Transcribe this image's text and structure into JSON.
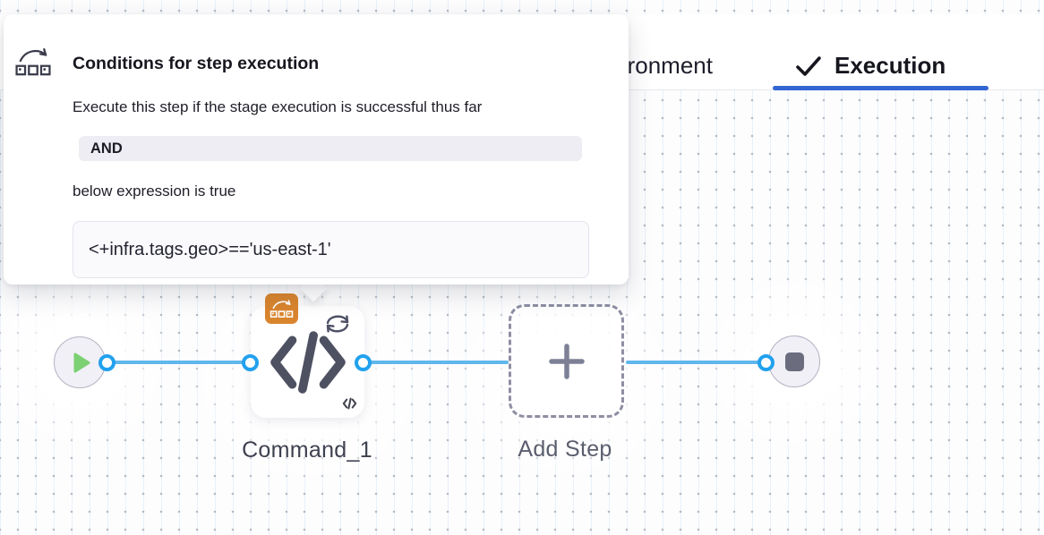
{
  "popover": {
    "title": "Conditions for step execution",
    "description": "Execute this step if the stage execution is successful thus far",
    "operator": "AND",
    "expression_label": "below expression is true",
    "expression": "<+infra.tags.geo>=='us-east-1'",
    "icon": "conditional-execution-icon"
  },
  "tabs": {
    "environment": {
      "label": "Environment"
    },
    "execution": {
      "label": "Execution",
      "icon": "checkmark-icon",
      "active": true
    }
  },
  "pipeline": {
    "start_node": {
      "icon": "play-icon"
    },
    "command_step": {
      "label": "Command_1",
      "icon": "code-icon",
      "badges": [
        "conditional-execution-badge",
        "loop-icon"
      ]
    },
    "add_step": {
      "label": "Add Step",
      "icon": "plus-icon"
    },
    "end_node": {
      "icon": "stop-icon"
    }
  },
  "colors": {
    "active_tab_underline": "#3166d3",
    "connector_blue": "#5fb7ec",
    "port_ring_blue": "#22a1ee",
    "conditional_badge_orange": "#d9852e",
    "play_green": "#7cd173",
    "icon_slate": "#4e5162",
    "and_badge_bg": "#eeedf3",
    "expression_box_bg": "#fafafd"
  }
}
